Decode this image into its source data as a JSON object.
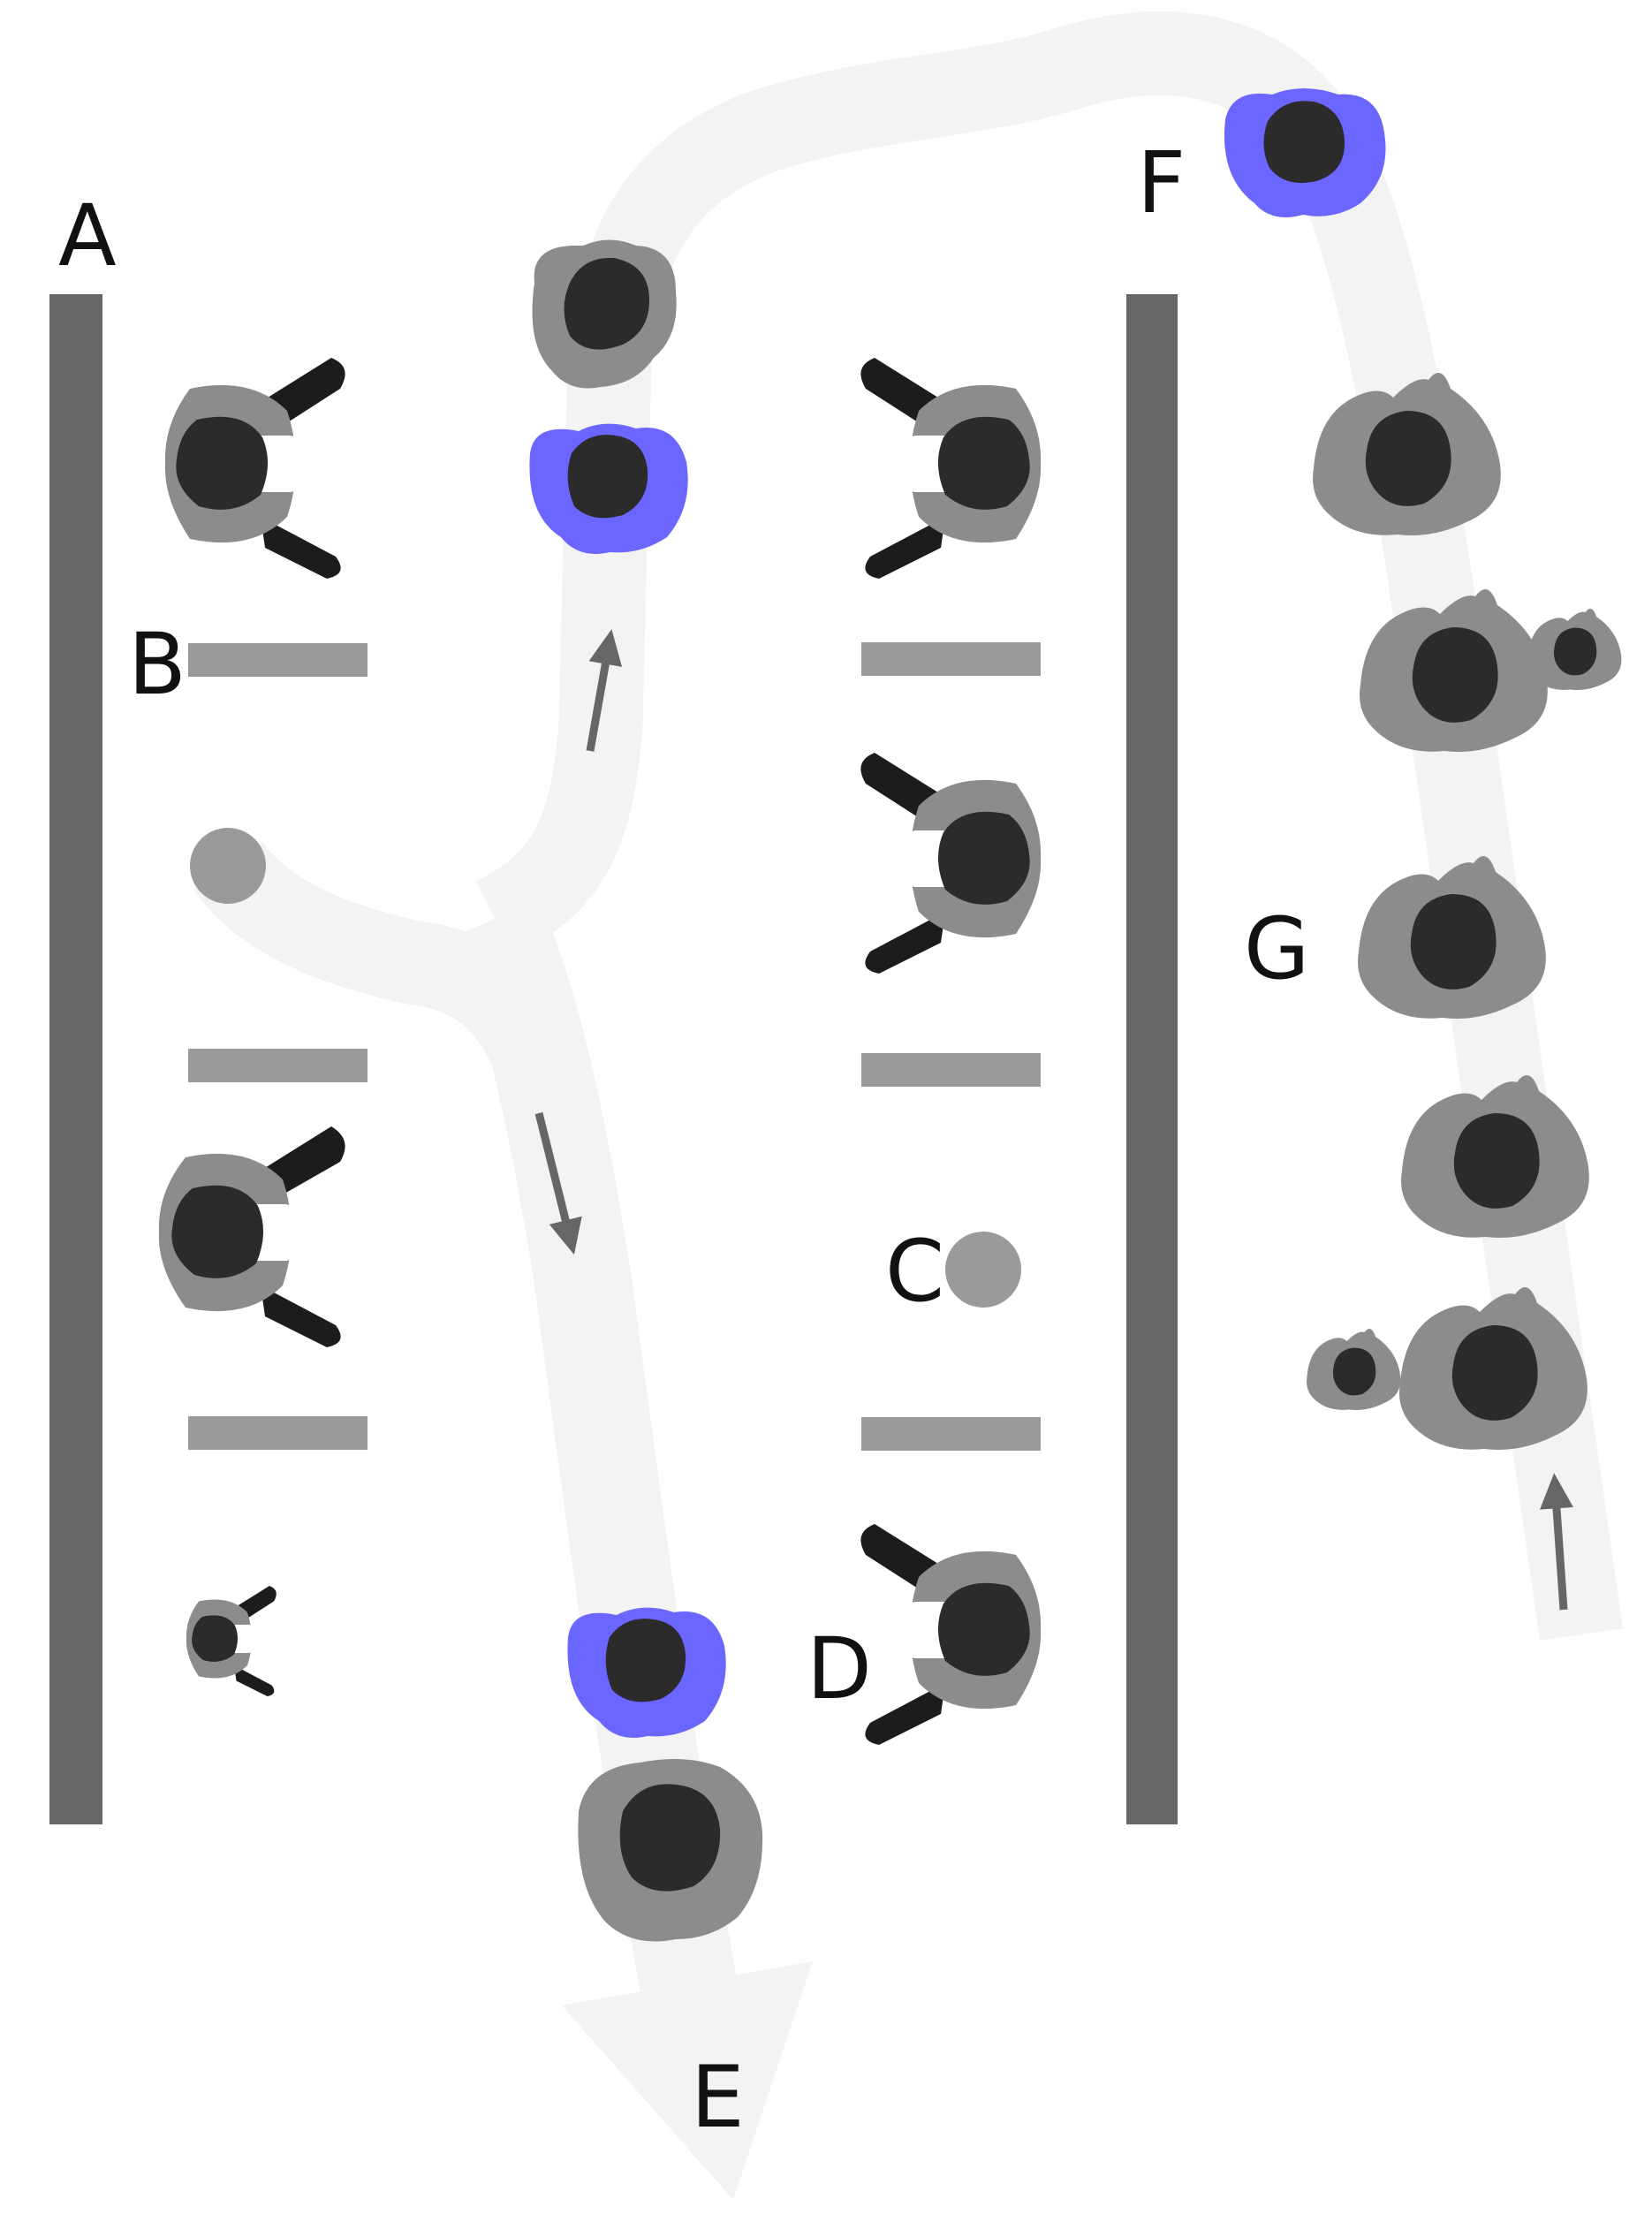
{
  "labels": {
    "A": "A",
    "B": "B",
    "C": "C",
    "D": "D",
    "E": "E",
    "F": "F",
    "G": "G"
  },
  "colors": {
    "path": "#f3f3f3",
    "wall": "#666666",
    "divider": "#999999",
    "body": "#8c8c8c",
    "head": "#2b2b2b",
    "highlight": "#6b66ff",
    "chair_back": "#1c1c1c",
    "dot": "#9a9a9a",
    "arrow": "#666666"
  },
  "icons": {
    "person_standing": "person-top-view-icon",
    "person_seated": "seated-person-top-view-icon",
    "direction_arrow": "arrow-icon"
  }
}
